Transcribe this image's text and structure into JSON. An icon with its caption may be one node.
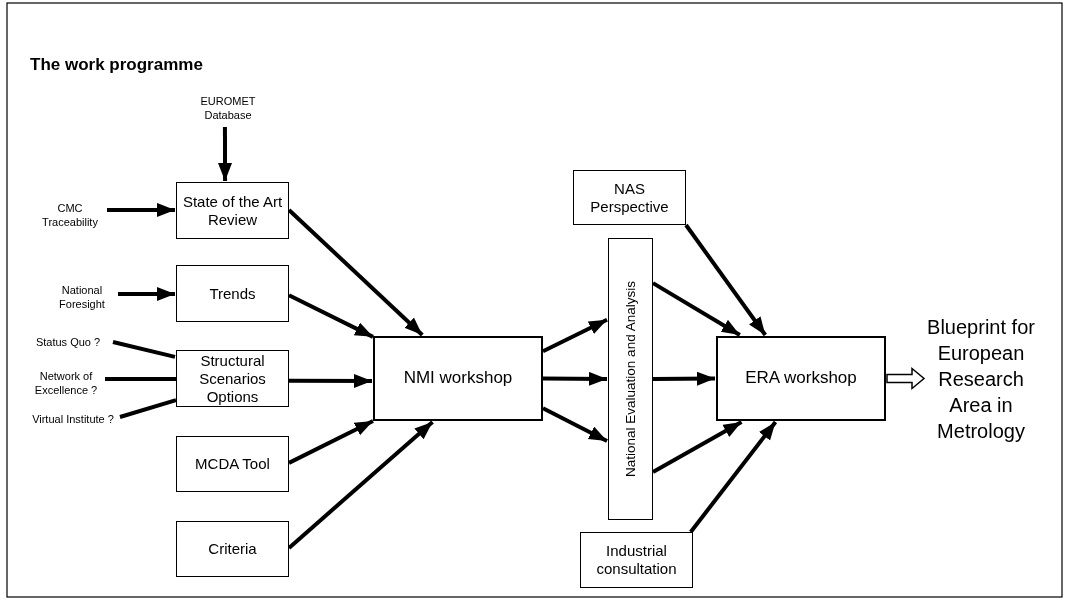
{
  "diagram": {
    "title": "The work programme",
    "nodes": [
      {
        "text": [
          "EUROMET Database"
        ]
      },
      {
        "text": [
          "CMC Traceability"
        ]
      },
      {
        "text": [
          "State of the Art Review"
        ]
      },
      {
        "text": [
          "National Foresight"
        ]
      },
      {
        "text": [
          "Trends"
        ]
      },
      {
        "text": [
          "Status Quo ?"
        ]
      },
      {
        "text": [
          "Network of Excellence ?"
        ]
      },
      {
        "text": [
          "Structural Scenarios Options"
        ]
      },
      {
        "text": [
          "Virtual Institute ?"
        ]
      },
      {
        "text": [
          "MCDA Tool"
        ]
      },
      {
        "text": [
          "Criteria"
        ]
      },
      {
        "text": [
          "NMI workshop"
        ]
      },
      {
        "text": [
          "NAS Perspective"
        ]
      },
      {
        "text": [
          "National Evaluation and Analysis"
        ]
      },
      {
        "text": [
          "ERA workshop"
        ]
      },
      {
        "text": [
          "Industrial consultation"
        ]
      },
      {
        "text": [
          "Blueprint for European Research Area in Metrology"
        ]
      }
    ],
    "edges": [
      {
        "from": 0,
        "to": 2,
        "arrow": "to"
      },
      {
        "from": 1,
        "to": 2,
        "arrow": "to"
      },
      {
        "from": 3,
        "to": 4,
        "arrow": "to"
      },
      {
        "from": 5,
        "to": 7,
        "arrow": "none"
      },
      {
        "from": 6,
        "to": 7,
        "arrow": "none"
      },
      {
        "from": 8,
        "to": 7,
        "arrow": "none"
      },
      {
        "from": 2,
        "to": 11,
        "arrow": "to"
      },
      {
        "from": 4,
        "to": 11,
        "arrow": "to"
      },
      {
        "from": 7,
        "to": 11,
        "arrow": "to"
      },
      {
        "from": 9,
        "to": 11,
        "arrow": "to"
      },
      {
        "from": 10,
        "to": 11,
        "arrow": "to"
      },
      {
        "from": 11,
        "to": 13,
        "arrow": "to"
      },
      {
        "from": 11,
        "to": 13,
        "arrow": "to"
      },
      {
        "from": 11,
        "to": 13,
        "arrow": "to"
      },
      {
        "from": 13,
        "to": 14,
        "arrow": "to"
      },
      {
        "from": 13,
        "to": 14,
        "arrow": "to"
      },
      {
        "from": 13,
        "to": 14,
        "arrow": "to"
      },
      {
        "from": 12,
        "to": 14,
        "arrow": "to"
      },
      {
        "from": 15,
        "to": 14,
        "arrow": "to"
      },
      {
        "from": 14,
        "to": 16,
        "arrow": "to"
      }
    ]
  }
}
